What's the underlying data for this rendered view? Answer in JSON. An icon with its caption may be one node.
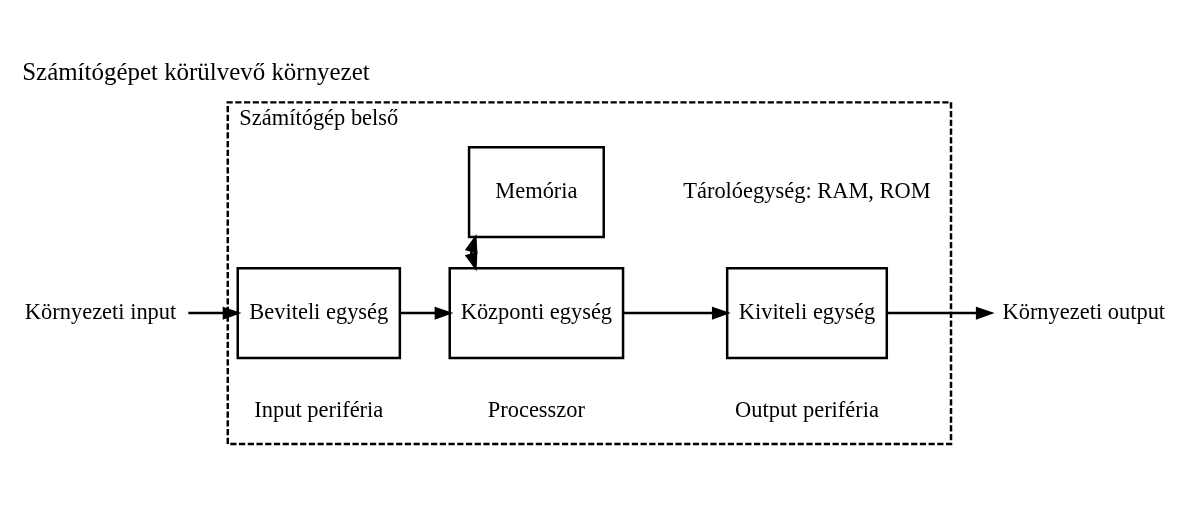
{
  "diagram": {
    "title": "Számítógépet körülvevő környezet",
    "nodes": [
      {
        "text": [
          "Számítógép belső"
        ]
      },
      {
        "text": [
          "Memória"
        ],
        "in": 0,
        "beside": [
          "Tárolóegység: RAM, ROM"
        ]
      },
      {
        "text": [
          "Környezeti input"
        ]
      },
      {
        "text": [
          "Beviteli egység"
        ],
        "in": 0,
        "beside": [
          "Input periféria"
        ]
      },
      {
        "text": [
          "Központi egység"
        ],
        "in": 0,
        "beside": [
          "Processzor"
        ]
      },
      {
        "text": [
          "Kiviteli egység"
        ],
        "in": 0,
        "beside": [
          "Output periféria"
        ]
      },
      {
        "text": [
          "Környezeti output"
        ]
      }
    ],
    "edges": [
      {
        "from": 2,
        "to": 3,
        "arrow": "to"
      },
      {
        "from": 3,
        "to": 4,
        "arrow": "to"
      },
      {
        "from": 4,
        "to": 5,
        "arrow": "to"
      },
      {
        "from": 5,
        "to": 6,
        "arrow": "to"
      },
      {
        "from": 1,
        "to": 4,
        "arrow": "both"
      }
    ]
  }
}
